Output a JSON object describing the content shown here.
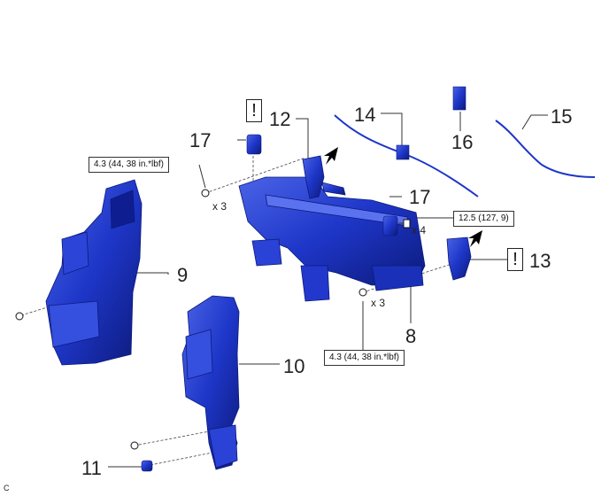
{
  "parts": {
    "p8": "8",
    "p9": "9",
    "p10": "10",
    "p11": "11",
    "p12": "12",
    "p13": "13",
    "p14": "14",
    "p15": "15",
    "p16": "16",
    "p17a": "17",
    "p17b": "17"
  },
  "quantities": {
    "q1": "x 3",
    "q2": "x 4",
    "q3": "x 3"
  },
  "torques": {
    "t1": "4.3 (44, 38 in.*lbf)",
    "t2": "12.5 (127, 9)",
    "t3": "4.3 (44, 38 in.*lbf)"
  },
  "notice_symbol": "!",
  "corner_code": "C",
  "colors": {
    "part_fill": "#1e36c8",
    "part_dark": "#0c1a7a",
    "part_light": "#4a63e6",
    "line": "#333333"
  },
  "icons": [
    "notice-icon",
    "arrow-icon",
    "bolt-icon",
    "nut-icon"
  ]
}
